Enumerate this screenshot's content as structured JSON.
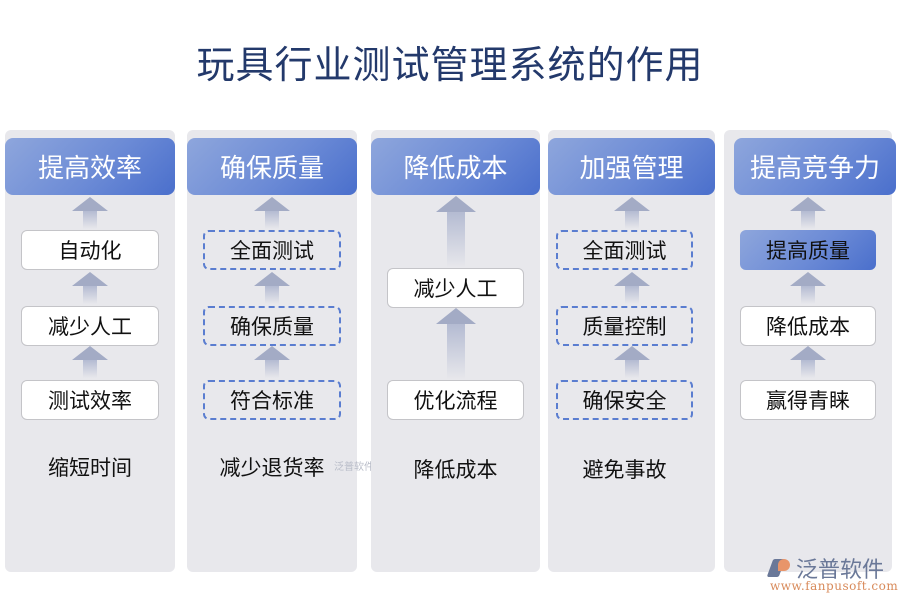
{
  "title": "玩具行业测试管理系统的作用",
  "columns": [
    {
      "header": "提高效率",
      "items": [
        {
          "label": "自动化",
          "style": "solid"
        },
        {
          "label": "减少人工",
          "style": "solid"
        },
        {
          "label": "测试效率",
          "style": "solid"
        }
      ],
      "result": "缩短时间"
    },
    {
      "header": "确保质量",
      "items": [
        {
          "label": "全面测试",
          "style": "dashed"
        },
        {
          "label": "确保质量",
          "style": "dashed"
        },
        {
          "label": "符合标准",
          "style": "dashed"
        }
      ],
      "result": "减少退货率"
    },
    {
      "header": "降低成本",
      "items": [
        {
          "label": "减少人工",
          "style": "solid"
        },
        {
          "label": "优化流程",
          "style": "solid"
        }
      ],
      "result": "降低成本"
    },
    {
      "header": "加强管理",
      "items": [
        {
          "label": "全面测试",
          "style": "dashed"
        },
        {
          "label": "质量控制",
          "style": "dashed"
        },
        {
          "label": "确保安全",
          "style": "dashed"
        }
      ],
      "result": "避免事故"
    },
    {
      "header": "提高竞争力",
      "items": [
        {
          "label": "提高质量",
          "style": "blue"
        },
        {
          "label": "降低成本",
          "style": "solid"
        },
        {
          "label": "赢得青睐",
          "style": "solid"
        }
      ],
      "result": ""
    }
  ],
  "watermark": "泛普软件",
  "logo": {
    "name": "泛普软件",
    "url": "www.fanpusoft.com"
  },
  "colors": {
    "title": "#23396b",
    "header_gradient_start": "#8ea6dc",
    "header_gradient_end": "#4a6fcc",
    "dashed_border": "#5a7dd0",
    "panel_bg": "#e8e8ec"
  }
}
